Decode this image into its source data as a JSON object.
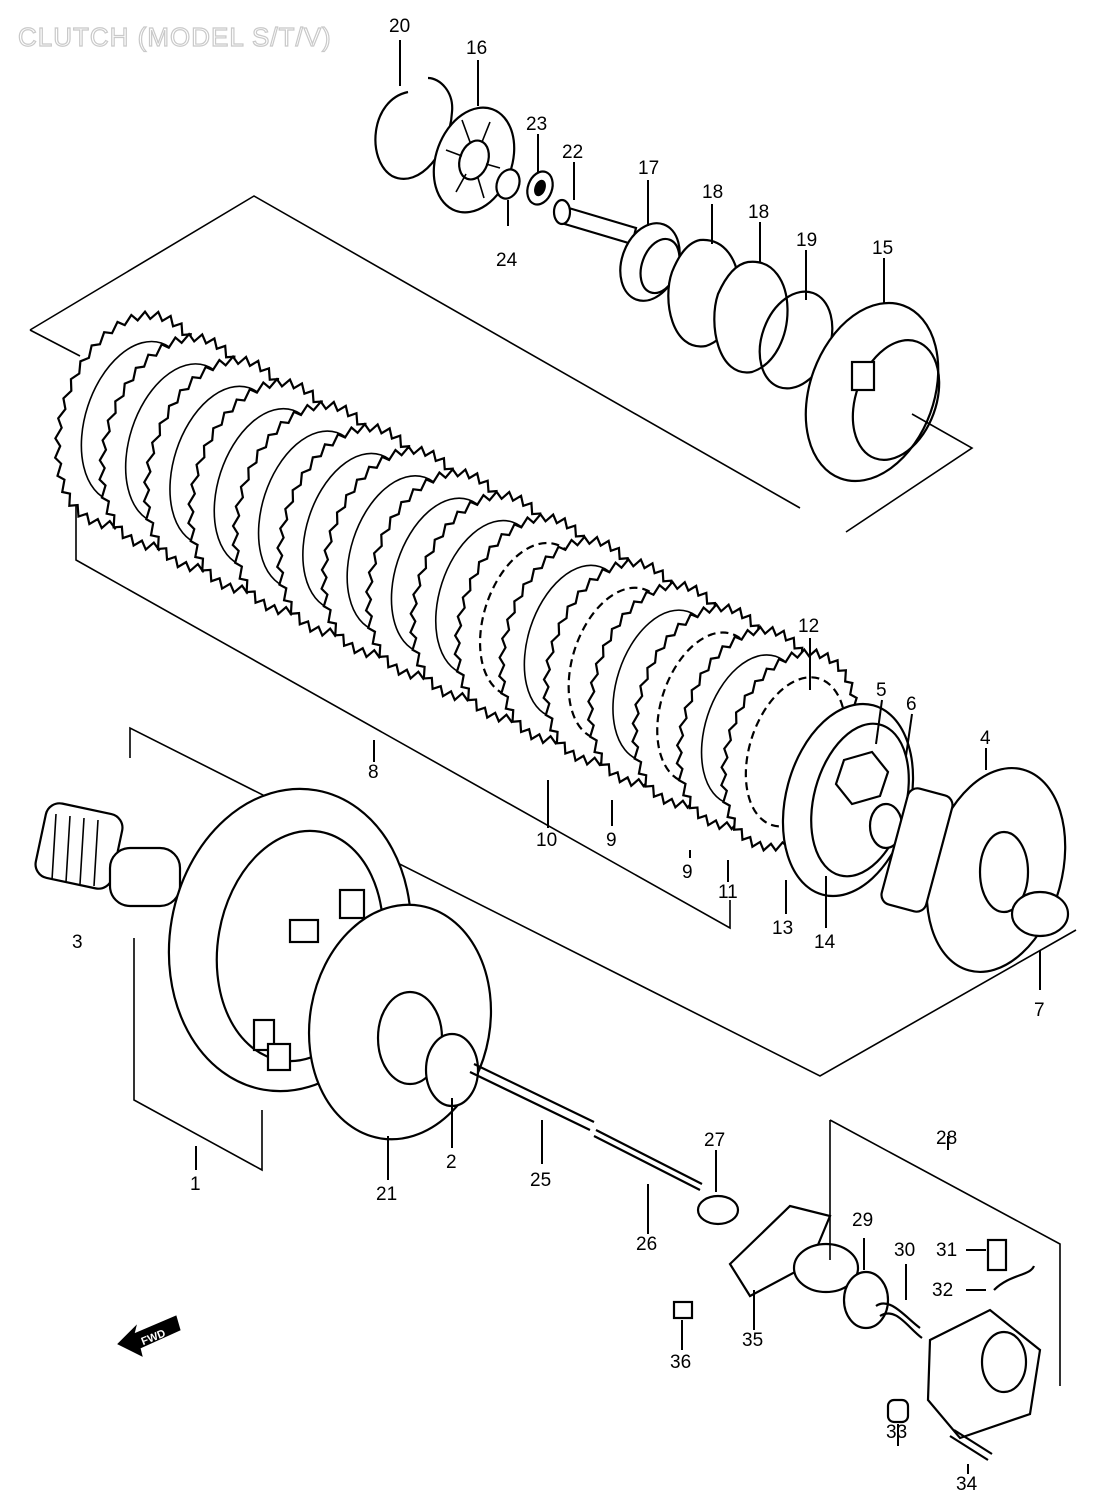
{
  "title": "CLUTCH (MODEL S/T/V)",
  "fwd_label": "FWD",
  "callouts": [
    {
      "id": "c1",
      "label": "1"
    },
    {
      "id": "c2",
      "label": "2"
    },
    {
      "id": "c3",
      "label": "3"
    },
    {
      "id": "c4",
      "label": "4"
    },
    {
      "id": "c5",
      "label": "5"
    },
    {
      "id": "c6",
      "label": "6"
    },
    {
      "id": "c7",
      "label": "7"
    },
    {
      "id": "c8",
      "label": "8"
    },
    {
      "id": "c9a",
      "label": "9"
    },
    {
      "id": "c9b",
      "label": "9"
    },
    {
      "id": "c10",
      "label": "10"
    },
    {
      "id": "c11",
      "label": "11"
    },
    {
      "id": "c12",
      "label": "12"
    },
    {
      "id": "c13",
      "label": "13"
    },
    {
      "id": "c14",
      "label": "14"
    },
    {
      "id": "c15",
      "label": "15"
    },
    {
      "id": "c16",
      "label": "16"
    },
    {
      "id": "c17",
      "label": "17"
    },
    {
      "id": "c18a",
      "label": "18"
    },
    {
      "id": "c18b",
      "label": "18"
    },
    {
      "id": "c19",
      "label": "19"
    },
    {
      "id": "c20",
      "label": "20"
    },
    {
      "id": "c21",
      "label": "21"
    },
    {
      "id": "c22",
      "label": "22"
    },
    {
      "id": "c23",
      "label": "23"
    },
    {
      "id": "c24",
      "label": "24"
    },
    {
      "id": "c25",
      "label": "25"
    },
    {
      "id": "c26",
      "label": "26"
    },
    {
      "id": "c27",
      "label": "27"
    },
    {
      "id": "c28",
      "label": "28"
    },
    {
      "id": "c29",
      "label": "29"
    },
    {
      "id": "c30",
      "label": "30"
    },
    {
      "id": "c31",
      "label": "31"
    },
    {
      "id": "c32",
      "label": "32"
    },
    {
      "id": "c33",
      "label": "33"
    },
    {
      "id": "c34",
      "label": "34"
    },
    {
      "id": "c35",
      "label": "35"
    },
    {
      "id": "c36",
      "label": "36"
    }
  ]
}
